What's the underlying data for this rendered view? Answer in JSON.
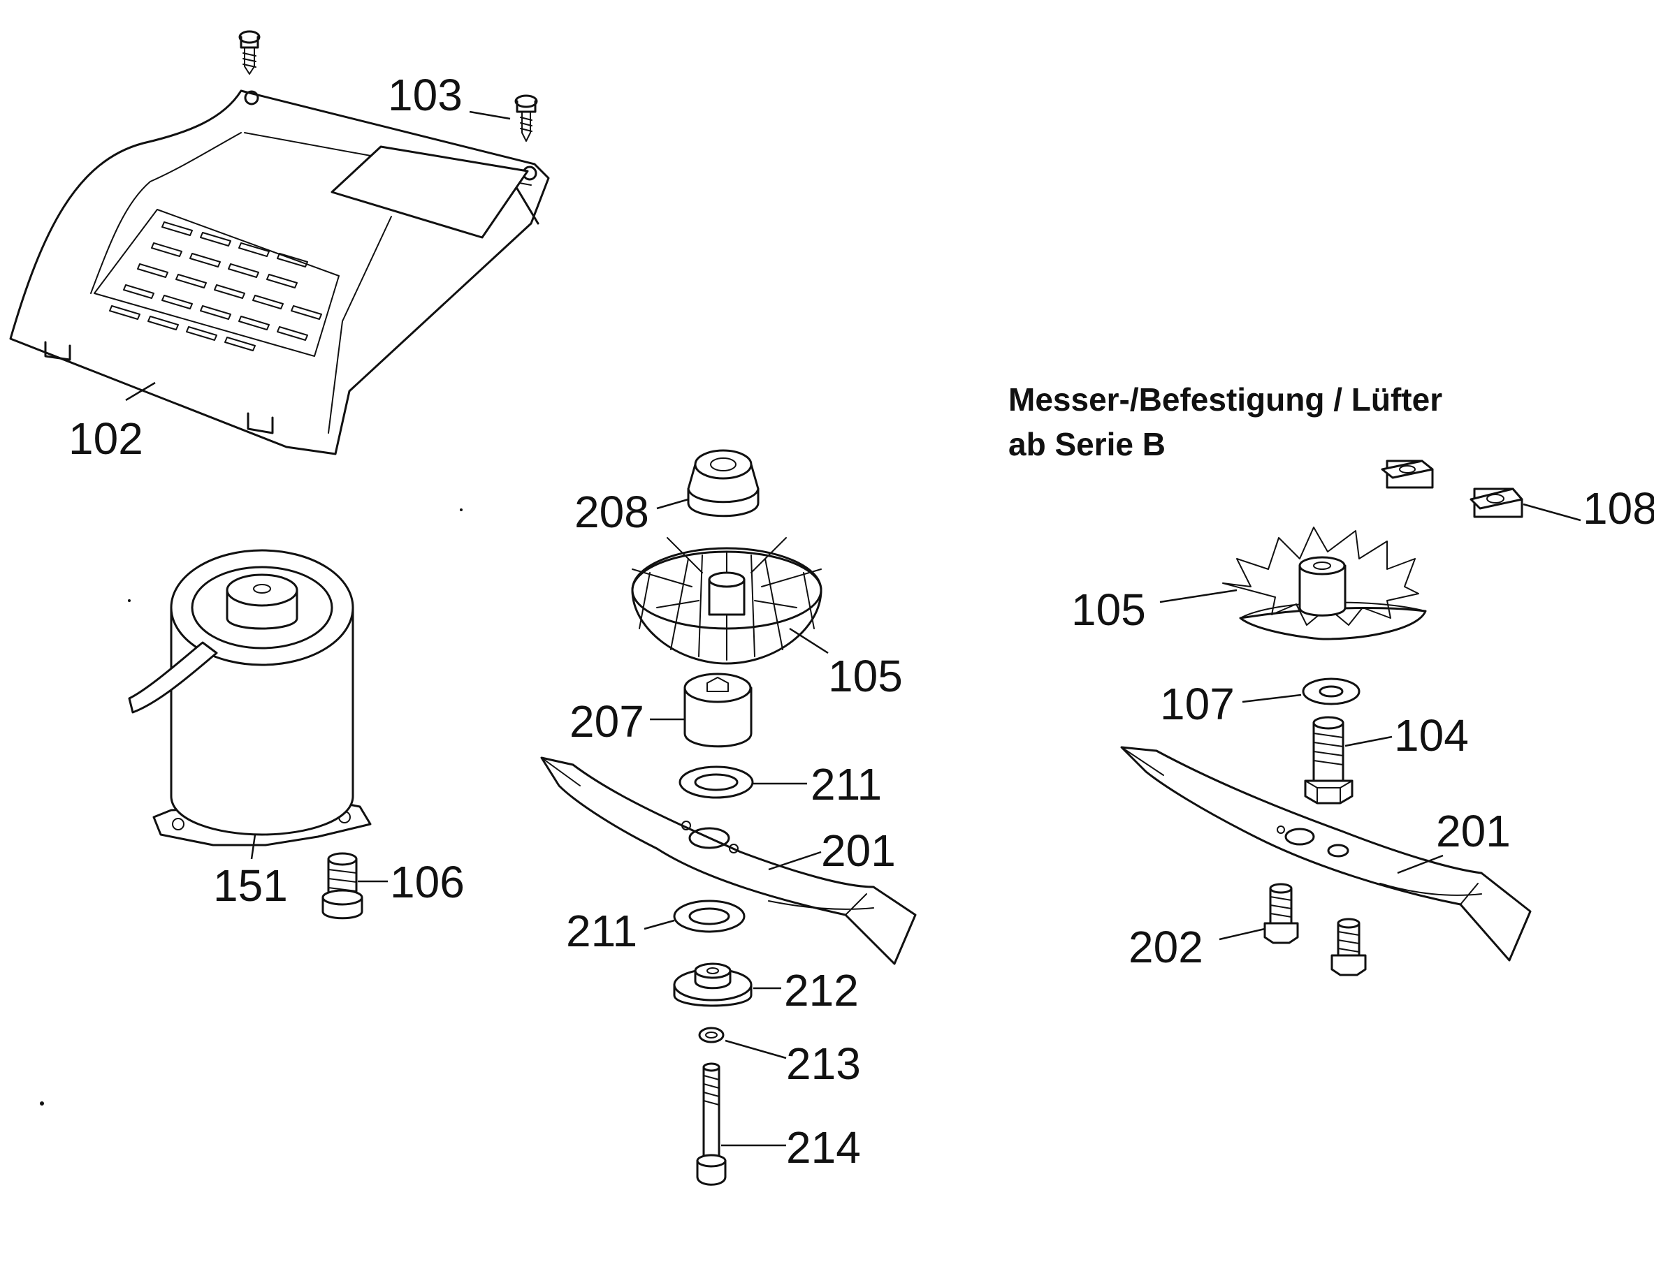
{
  "heading": {
    "line1": "Messer-/Befestigung / Lüfter",
    "line2": "ab Serie B"
  },
  "labels": {
    "l102": "102",
    "l103": "103",
    "l151": "151",
    "l106": "106",
    "l208": "208",
    "l105a": "105",
    "l207": "207",
    "l211a": "211",
    "l201a": "201",
    "l211b": "211",
    "l212": "212",
    "l213": "213",
    "l214": "214",
    "l108": "108",
    "l105b": "105",
    "l107": "107",
    "l104": "104",
    "l201b": "201",
    "l202": "202"
  }
}
